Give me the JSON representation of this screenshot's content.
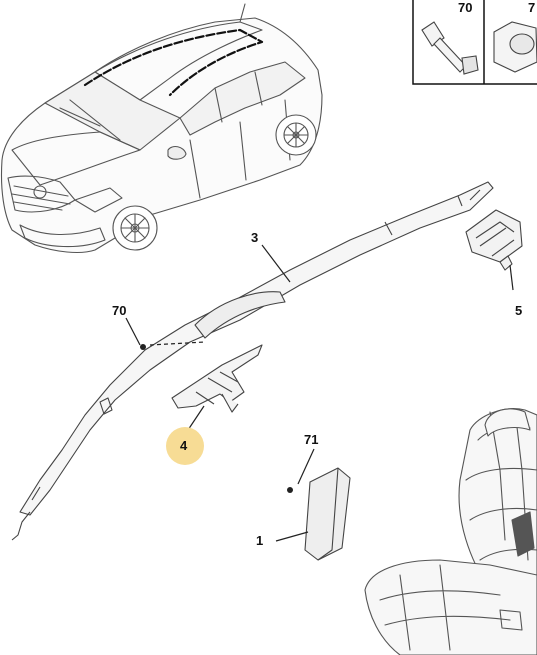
{
  "diagram": {
    "labels": {
      "part_3": "3",
      "part_70": "70",
      "part_4": "4",
      "part_71": "71",
      "part_1": "1",
      "part_5": "5"
    },
    "inset": {
      "left_label": "70",
      "right_label": "7"
    },
    "highlight_color": "#f7dc95",
    "line_color": "#3a3a3a"
  }
}
